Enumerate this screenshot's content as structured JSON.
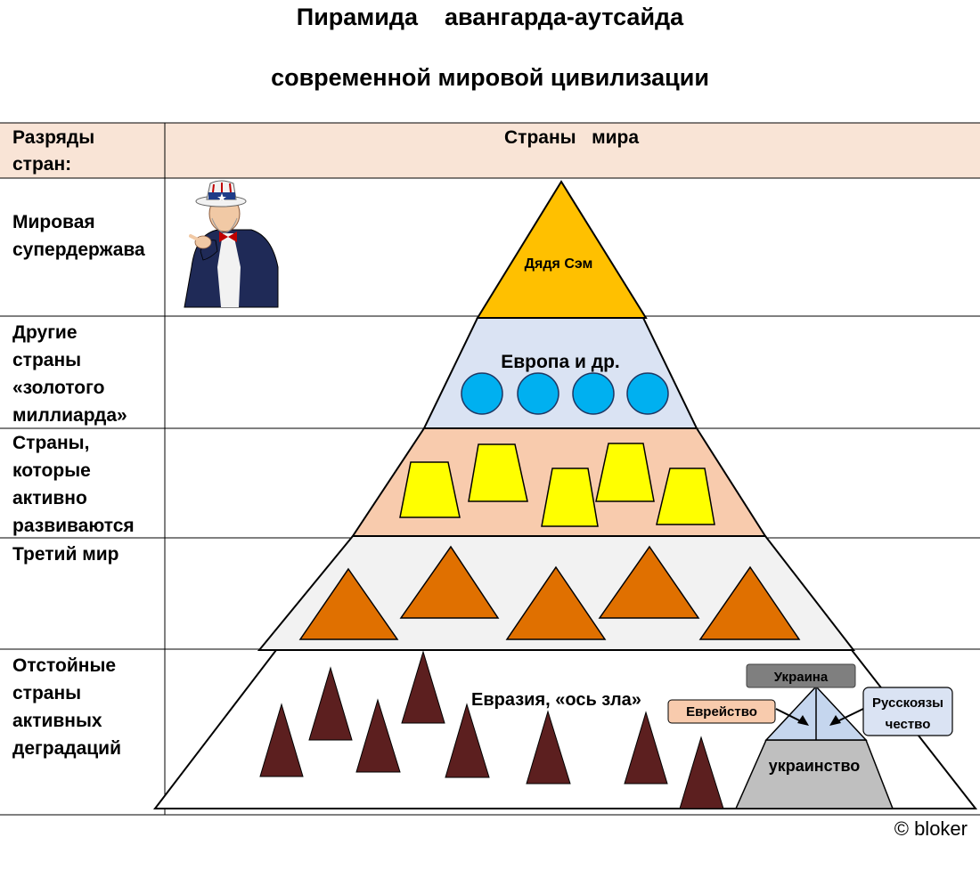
{
  "title": {
    "line1": "Пирамида    авангарда-аутсайда",
    "line2": "современной мировой цивилизации"
  },
  "table": {
    "header_left_line1": "Разряды",
    "header_left_line2": "стран:",
    "header_right": "Страны   мира",
    "header_bg": "#f9e4d6",
    "rows": [
      {
        "lines": [
          "Мировая",
          "супердержава"
        ]
      },
      {
        "lines": [
          "Другие",
          "страны",
          "«золотого",
          "миллиарда»"
        ]
      },
      {
        "lines": [
          "Страны,",
          "которые",
          "активно",
          "развиваются"
        ]
      },
      {
        "lines": [
          "Третий мир"
        ]
      },
      {
        "lines": [
          "Отстойные",
          "страны",
          "активных",
          "деградаций"
        ]
      }
    ]
  },
  "pyramid": {
    "tier1_label": "Дядя Сэм",
    "tier1_color": "#ffc000",
    "tier2_label": "Европа и др.",
    "tier2_color": "#dae3f3",
    "tier2_circle_color": "#00b0f0",
    "tier3_color": "#f8cbad",
    "tier3_trapezoid_color": "#ffff00",
    "tier4_color": "#f2f2f2",
    "tier4_triangle_color": "#e07000",
    "tier5_label": "Евразия, «ось зла»",
    "tier5_color": "#ffffff",
    "tier5_spike_color": "#5c1f1f"
  },
  "ukraine": {
    "top_label": "Украина",
    "top_label_bg": "#7f7f7f",
    "left_label": "Еврейство",
    "left_label_bg": "#f8cbad",
    "right_label_line1": "Русскоязы",
    "right_label_line2": "чество",
    "right_label_bg": "#dae3f3",
    "base_label": "украинство",
    "base_color": "#bfbfbf",
    "top_color": "#c5d6ee"
  },
  "copyright": "© bloker"
}
